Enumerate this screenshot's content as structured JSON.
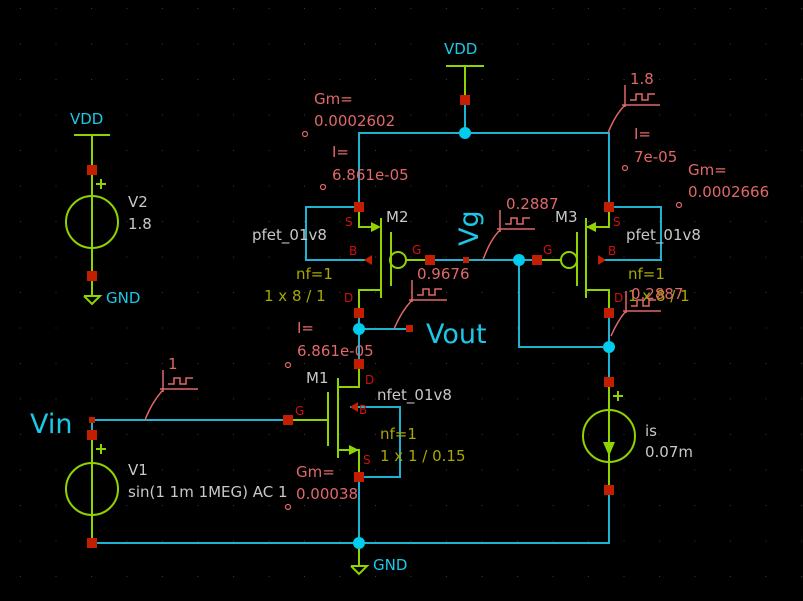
{
  "app": "Schematic editor",
  "colors": {
    "background": "#000000",
    "wire": "#1fb3d1",
    "symbol": "#8fd400",
    "pin": "#c41e00",
    "pin_label": "#d01010",
    "net_label": "#1cc8e8",
    "annotation": "#e06868",
    "inst_text": "#c8c8c8",
    "param_text": "#a8a800",
    "junction": "#00ccee",
    "grid_dot": "#404040"
  },
  "labels": {
    "vdd_top": "VDD",
    "vdd_left": "VDD",
    "gnd_left": "GND",
    "gnd_bottom": "GND",
    "vin": "Vin",
    "vout": "Vout",
    "vg": "Vg"
  },
  "components": {
    "V2": {
      "name": "V2",
      "value": "1.8"
    },
    "V1": {
      "name": "V1",
      "value": "sin(1 1m 1MEG) AC 1"
    },
    "is": {
      "name": "is",
      "value": "0.07m"
    },
    "M1": {
      "name": "M1",
      "model": "nfet_01v8",
      "nf": "nf=1",
      "size": "1 x 1 / 0.15",
      "pins": {
        "d": "D",
        "g": "G",
        "s": "S",
        "b": "B"
      }
    },
    "M2": {
      "name": "M2",
      "model": "pfet_01v8",
      "nf": "nf=1",
      "size": "1 x 8 / 1",
      "pins": {
        "d": "D",
        "g": "G",
        "s": "S",
        "b": "B"
      }
    },
    "M3": {
      "name": "M3",
      "model": "pfet_01v8",
      "nf": "nf=1",
      "size": "1 x 8 / 1",
      "pins": {
        "d": "D",
        "g": "G",
        "s": "S",
        "b": "B"
      }
    }
  },
  "annotations": {
    "m2_gm_label": "Gm=",
    "m2_gm_value": "0.0002602",
    "m2_i_label": "I=",
    "m2_i_value": "6.861e-05",
    "m3_i_label": "I=",
    "m3_i_value": "7e-05",
    "m3_gm_label": "Gm=",
    "m3_gm_value": "0.0002666",
    "m1_i_label": "I=",
    "m1_i_value": "6.861e-05",
    "m1_gm_label": "Gm=",
    "m1_gm_value": "0.00038",
    "probe_vdd": "1.8",
    "probe_vg": "0.2887",
    "probe_vout": "0.9676",
    "probe_m3d": "0.2887",
    "probe_vin": "1"
  }
}
